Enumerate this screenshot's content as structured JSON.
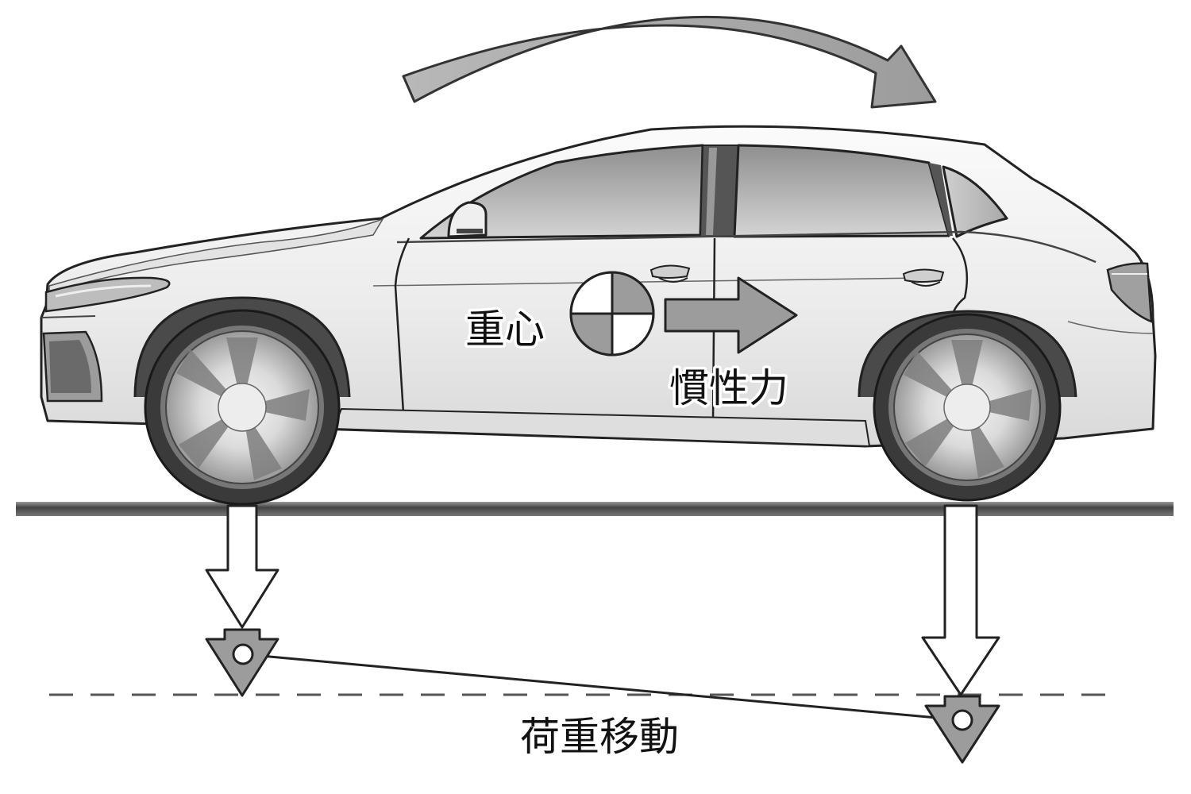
{
  "labels": {
    "center_of_gravity": "重心",
    "inertia_force": "慣性力",
    "load_transfer": "荷重移動"
  },
  "colors": {
    "background": "#ffffff",
    "body_light": "#f2f2f2",
    "body_shade": "#d6d6d6",
    "glass": "#bdbdbd",
    "arrow_fill": "#a6a6a6",
    "tire": "#3a3a3a",
    "wheel": "#e8e8e8",
    "ground": "#4a4a4a",
    "outline": "#222222"
  },
  "icons": [
    "pitch-arrow-icon",
    "center-of-gravity-icon",
    "inertia-arrow-icon",
    "load-arrow-icon",
    "load-pivot-icon"
  ]
}
